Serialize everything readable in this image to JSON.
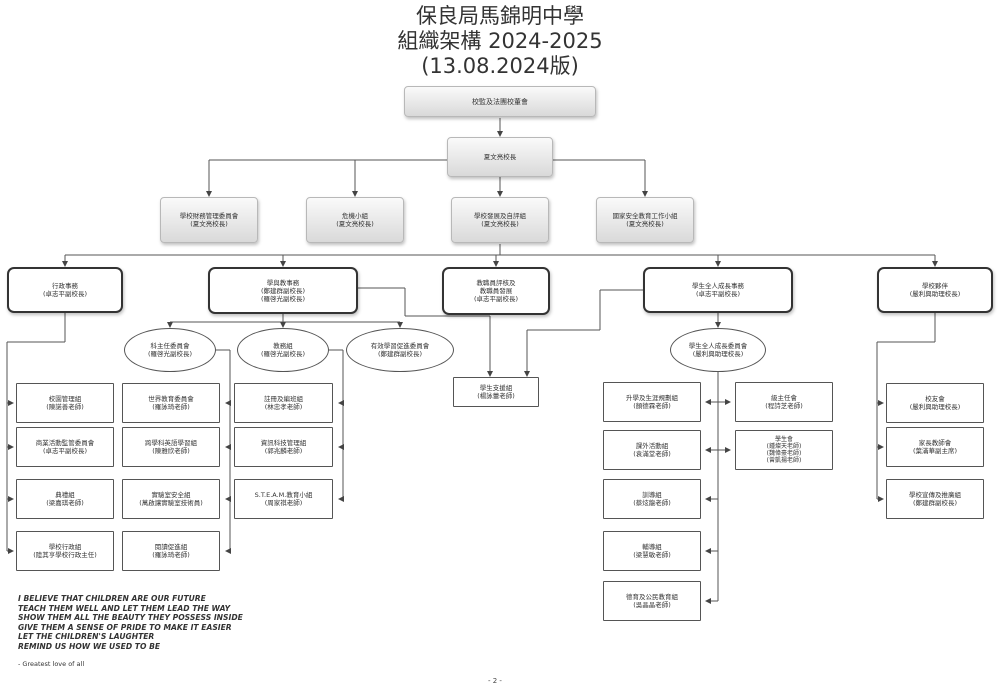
{
  "header": {
    "school": "保良局馬錦明中學",
    "chart_title": "組織架構 2024-2025",
    "version": "(13.08.2024版)"
  },
  "nodes": {
    "board": "校監及法團校董會",
    "principal": "夏文亮校長",
    "finance_committee": [
      "學校財務管理委員會",
      "(夏文亮校長)"
    ],
    "crisis_team": [
      "危機小組",
      "(夏文亮校長)"
    ],
    "school_dev": [
      "學校發展及自評組",
      "(夏文亮校長)"
    ],
    "national_security": [
      "國家安全教育工作小組",
      "(夏文亮校長)"
    ],
    "admin": [
      "行政事務",
      "(卓志平副校長)"
    ],
    "academic": [
      "學與教事務",
      "(鄭建群副校長)",
      "(羅啓光副校長)"
    ],
    "staff_dev": [
      "教職員評核及",
      "教職員發展",
      "(卓志平副校長)"
    ],
    "student_growth": [
      "學生全人成長事務",
      "(卓志平副校長)"
    ],
    "partners": [
      "學校夥伴",
      "(嚴利興助理校長)"
    ],
    "subject_heads": [
      "科主任委員會",
      "(羅啓光副校長)"
    ],
    "academic_affairs": [
      "教務組",
      "(羅啓光副校長)"
    ],
    "effective_learning": [
      "有效學習促進委員會",
      "(鄭建群副校長)"
    ],
    "growth_committee": [
      "學生全人成長委員會",
      "(嚴利興助理校長)"
    ],
    "campus_mgmt": [
      "校園管理組",
      "(陳諾善老師)"
    ],
    "business_monitor": [
      "商業活動監管委員會",
      "(卓志平副校長)"
    ],
    "ceremony": [
      "典禮組",
      "(梁嘉琪老師)"
    ],
    "school_admin": [
      "學校行政組",
      "(陸其亨學校行政主任)"
    ],
    "world_edu": [
      "世界教育委員會",
      "(羅詠琦老師)"
    ],
    "cross_english": [
      "跨學科英語學習組",
      "(陳雅欣老師)"
    ],
    "lab_safety": [
      "實驗室安全組",
      "(萬啟讓實驗室技術員)"
    ],
    "reading": [
      "閱讀促進組",
      "(羅詠琦老師)"
    ],
    "registration": [
      "註冊及編班組",
      "(林忠孝老師)"
    ],
    "it_mgmt": [
      "資訊科技管理組",
      "(郭兆麟老師)"
    ],
    "steam": [
      "S.T.E.A.M.教育小組",
      "(周家祺老師)"
    ],
    "student_support": [
      "學生支援組",
      "(楊詠蕾老師)"
    ],
    "further_study": [
      "升學及生涯規劃組",
      "(顏德霖老師)"
    ],
    "ec_activities": [
      "課外活動組",
      "(袁滿堂老師)"
    ],
    "guidance": [
      "訓導組",
      "(蔡炫龍老師)"
    ],
    "counselling": [
      "輔導組",
      "(梁慧敏老師)"
    ],
    "moral_civic": [
      "德育及公民教育組",
      "(吳晶晶老師)"
    ],
    "form_teachers": [
      "級主任會",
      "(程詩芝老師)"
    ],
    "student_union": [
      "學生會",
      "(鍾燦天老師)",
      "(魏偉豪老師)",
      "(曾凱揚老師)"
    ],
    "alumni": [
      "校友會",
      "(嚴利興助理校長)"
    ],
    "pta": [
      "家長教師會",
      "(葉滿華副主席)"
    ],
    "promotion": [
      "學校宣傳及推廣組",
      "(鄭建群副校長)"
    ]
  },
  "lyrics": [
    "I BELIEVE THAT CHILDREN ARE OUR FUTURE",
    "TEACH THEM WELL AND LET THEM LEAD THE WAY",
    "SHOW THEM ALL THE BEAUTY THEY POSSESS INSIDE",
    "GIVE THEM A SENSE OF PRIDE TO MAKE IT EASIER",
    "LET THE CHILDREN'S LAUGHTER",
    "REMIND US HOW WE USED TO BE"
  ],
  "credit": "- Greatest love of all",
  "page_number": "- 2 -"
}
